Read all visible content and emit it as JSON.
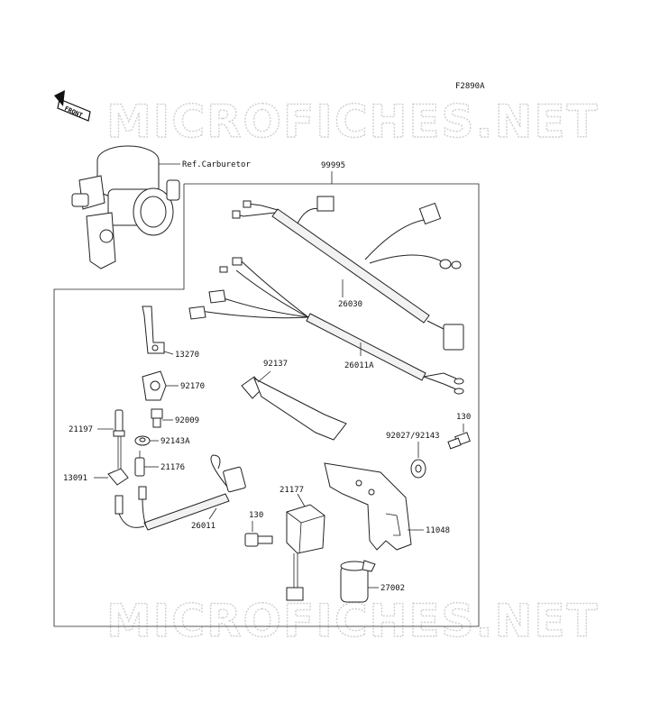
{
  "figure_code": "F2890A",
  "front_label": "FRONT",
  "watermark": "MICROFICHES.NET",
  "ref_label": "Ref.Carburetor",
  "parts": {
    "p99995": "99995",
    "p26030": "26030",
    "p26011A": "26011A",
    "p92137": "92137",
    "p13270": "13270",
    "p92170": "92170",
    "p92009": "92009",
    "p21197": "21197",
    "p92143A": "92143A",
    "p21176": "21176",
    "p13091": "13091",
    "p26011": "26011",
    "p92027": "92027/92143",
    "p130a": "130",
    "p130b": "130",
    "p21177": "21177",
    "p11048": "11048",
    "p27002": "27002"
  }
}
